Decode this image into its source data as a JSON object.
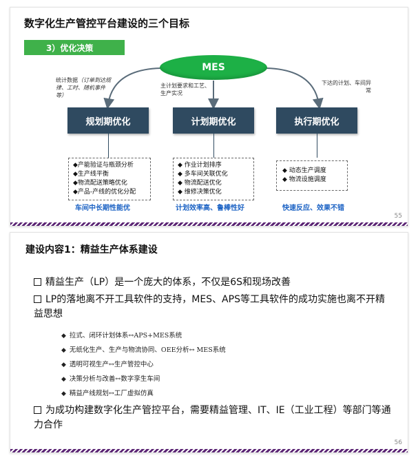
{
  "slide1": {
    "title": "数字化生产管控平台建设的三个目标",
    "tag": "3）优化决策",
    "mes_label": "MES",
    "note_left": {
      "prefix": "统计数据",
      "italic": "（订单到达规律、工时、随机事件等）"
    },
    "note_mid": "主计划要求和工艺、生产实况",
    "note_right": "下达的计划、车间异常",
    "phases": [
      {
        "name": "规划期优化",
        "items": [
          "◆产能验证与瓶颈分析",
          "◆生产线平衡",
          "◆物流配送策略优化",
          "◆产品-产线的优化分配"
        ],
        "label": "车间中长期性能优"
      },
      {
        "name": "计划期优化",
        "items": [
          "◆  作业计划排序",
          "◆  多车间关联优化",
          "◆  物流配送优化",
          "◆  维修决策优化"
        ],
        "label": "计划效率高、鲁棒性好"
      },
      {
        "name": "执行期优化",
        "items": [
          "◆  动态生产调度",
          "◆  物流设施调度"
        ],
        "label": "快速反应、效果不错"
      }
    ],
    "page_number": "55"
  },
  "slide2": {
    "title": "建设内容1：精益生产体系建设",
    "bullets": [
      "精益生产（LP）是一个庞大的体系，不仅是6S和现场改善",
      "LP的落地离不开工具软件的支持，MES、APS等工具软件的成功实施也离不开精益思想"
    ],
    "sub_bullets": [
      "拉式、闭环计划体系↔APS+MES系统",
      "无纸化生产、生产与物流协同、OEE分析↔ MES系统",
      "透明可视生产↔生产管控中心",
      "决策分析与改善↔数字孪生车间",
      "精益产线规划↔工厂虚拟仿真"
    ],
    "last_bullet": "为成功构建数字化生产管控平台，需要精益管理、IT、IE（工业工程）等部门等通力合作",
    "page_number": "56"
  },
  "colors": {
    "green": "#1db046",
    "tag_green": "#3fb14a",
    "box_navy": "#2f4a60",
    "label_blue": "#1b62c4",
    "footer_purple": "#5b2574"
  },
  "icons": {
    "bullet_l1": "hollow-square",
    "bullet_l2": "diamond"
  }
}
